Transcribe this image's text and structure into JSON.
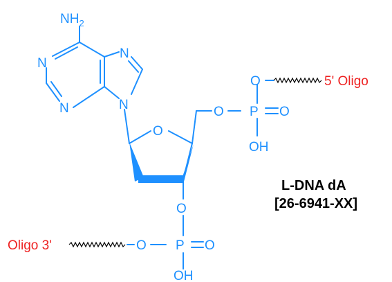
{
  "atoms": {
    "amine_n": "NH",
    "amine_sub": "2",
    "n1": "N",
    "n3": "N",
    "n7": "N",
    "n9": "N",
    "ring_o": "O",
    "o5": "O",
    "p5": "P",
    "o5_double": "O",
    "o5_oligo": "O",
    "o5_oh": "OH",
    "o3": "O",
    "o3_bridge": "O",
    "p3": "P",
    "o3_double": "O",
    "o3_oh": "OH"
  },
  "labels": {
    "five_prime": "5' Oligo",
    "three_prime": "Oligo 3'"
  },
  "title": {
    "line1": "L-DNA dA",
    "line2": "[26-6941-XX]"
  },
  "colors": {
    "structure": "#1e90ff",
    "oligo_label": "#ee2222",
    "title": "#000000",
    "linker": "#000000"
  }
}
